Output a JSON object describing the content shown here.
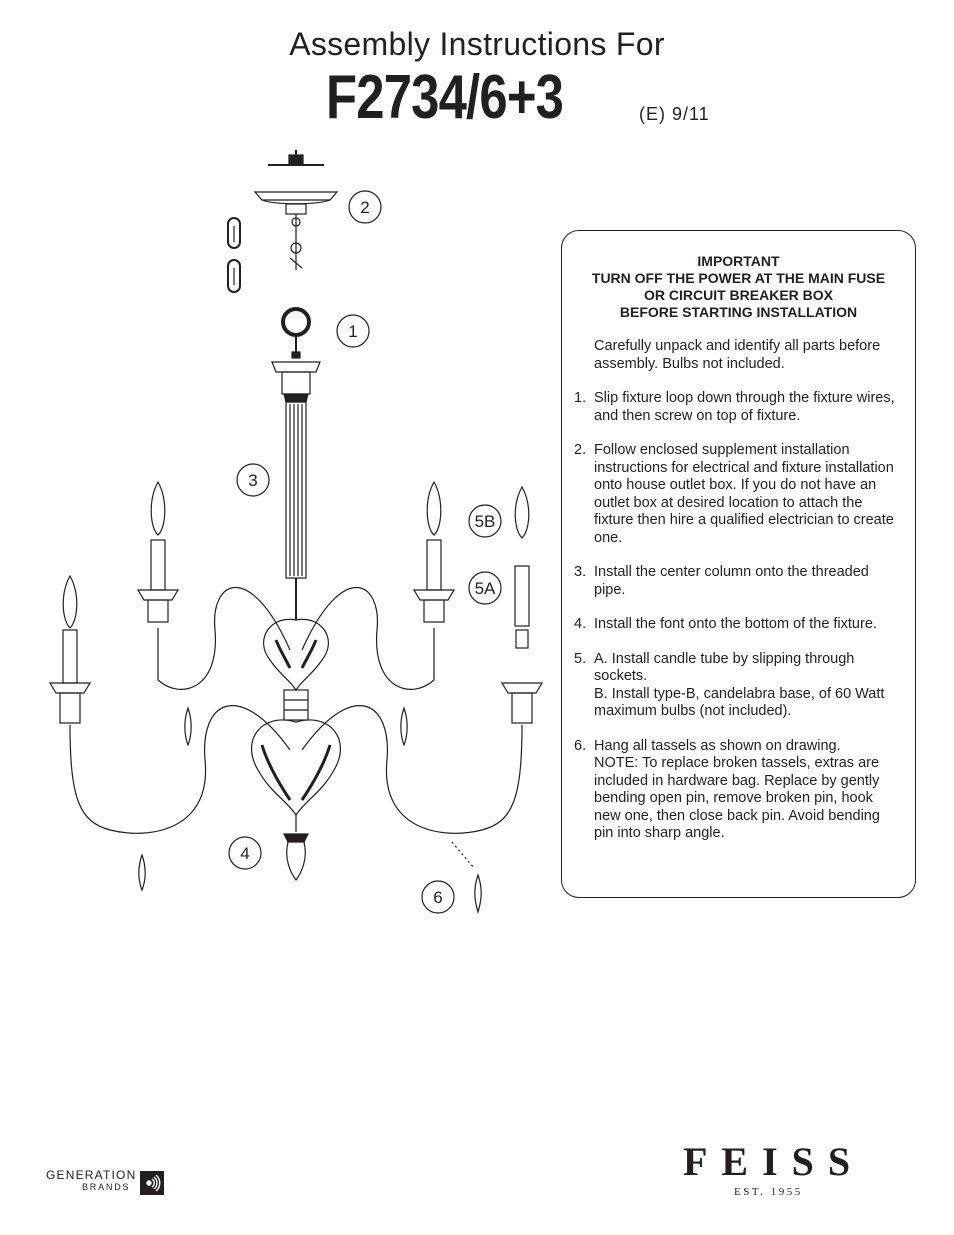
{
  "header": {
    "title_line1": "Assembly Instructions For",
    "model": "F2734/6+3",
    "revision": "(E)  9/11"
  },
  "callouts": [
    "2",
    "1",
    "3",
    "5B",
    "5A",
    "4",
    "6"
  ],
  "instructions": {
    "important": [
      "IMPORTANT",
      "TURN OFF THE POWER AT THE MAIN FUSE",
      "OR CIRCUIT BREAKER BOX",
      "BEFORE STARTING INSTALLATION"
    ],
    "intro": "Carefully unpack and identify all parts before assembly.  Bulbs not included.",
    "steps": [
      {
        "num": "1.",
        "text": "Slip fixture loop down through the fixture wires, and then screw on top of fixture."
      },
      {
        "num": "2.",
        "text": "Follow enclosed supplement installation instructions for electrical and fixture installation onto house outlet box. If you do not have an outlet box at desired location to attach the fixture then hire a qualified electrician to create one."
      },
      {
        "num": "3.",
        "text": "Install the center column onto the threaded pipe."
      },
      {
        "num": "4.",
        "text": "Install the font onto the bottom of the fixture."
      },
      {
        "num": "5.",
        "text": "A. Install candle tube by slipping through sockets.",
        "text2": "B. Install type-B, candelabra base, of 60 Watt maximum bulbs (not included)."
      },
      {
        "num": "6.",
        "text": "Hang all tassels as shown on drawing.",
        "text2": "NOTE: To replace broken tassels, extras are included in hardware bag. Replace by gently bending open pin, remove broken pin, hook new one, then close back pin. Avoid bending pin into sharp angle."
      }
    ]
  },
  "footer": {
    "gb_top": "GENERATION",
    "gb_bottom": "BRANDS",
    "brand": "FEISS",
    "est": "EST. 1955"
  }
}
